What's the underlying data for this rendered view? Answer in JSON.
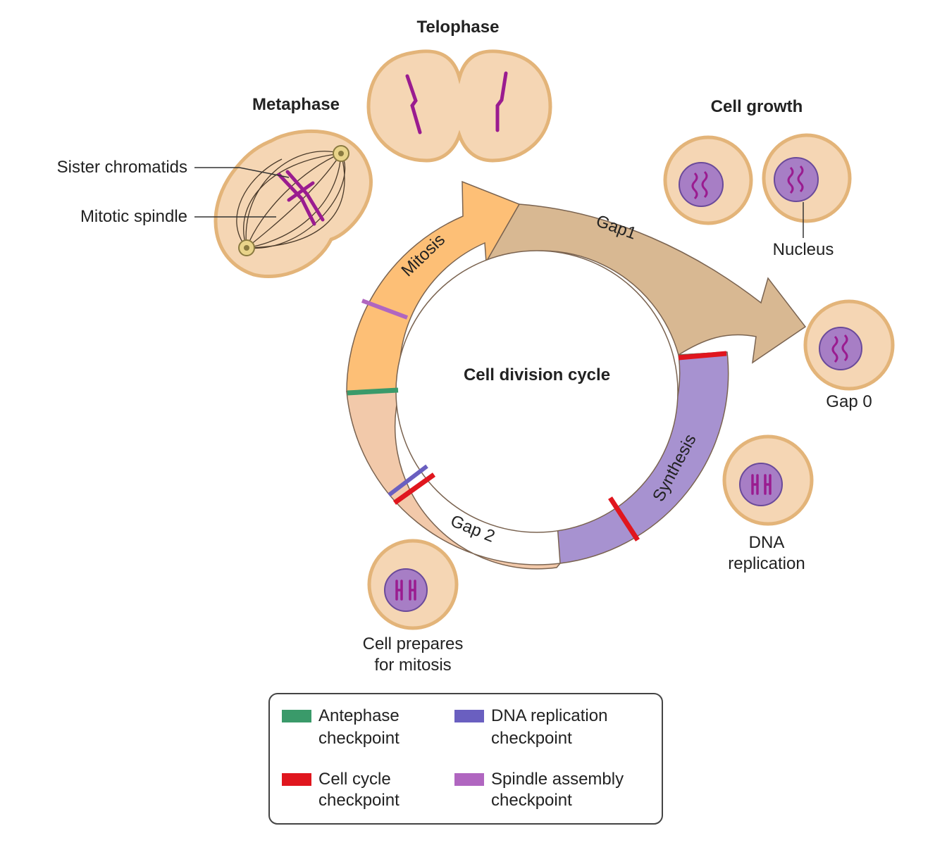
{
  "labels": {
    "telophase": "Telophase",
    "metaphase": "Metaphase",
    "cell_growth": "Cell growth",
    "sister_chromatids": "Sister chromatids",
    "mitotic_spindle": "Mitotic spindle",
    "nucleus": "Nucleus",
    "gap0": "Gap 0",
    "dna_replication_line1": "DNA",
    "dna_replication_line2": "replication",
    "cell_prepares_line1": "Cell prepares",
    "cell_prepares_line2": "for mitosis",
    "center": "Cell division cycle"
  },
  "phases": {
    "mitosis": "Mitosis",
    "gap1": "Gap1",
    "synthesis": "Synthesis",
    "gap2": "Gap 2"
  },
  "legend": [
    {
      "key": "antephase",
      "line1": "Antephase",
      "line2": "checkpoint",
      "color": "#3a9a6a"
    },
    {
      "key": "dna",
      "line1": "DNA replication",
      "line2": "checkpoint",
      "color": "#6a5fc0"
    },
    {
      "key": "cell-cycle",
      "line1": "Cell cycle",
      "line2": "checkpoint",
      "color": "#e0161e"
    },
    {
      "key": "spindle",
      "line1": "Spindle assembly",
      "line2": "checkpoint",
      "color": "#b066c0"
    }
  ],
  "colors": {
    "mitosis": "#fdbf76",
    "gap1": "#d8b892",
    "synthesis": "#a792d0",
    "gap2": "#f2c9aa",
    "cell_fill": "#f5d6b4",
    "cell_stroke": "#e3b479",
    "nucleus_fill": "#a77ec5",
    "chromosome": "#9a1c90"
  }
}
